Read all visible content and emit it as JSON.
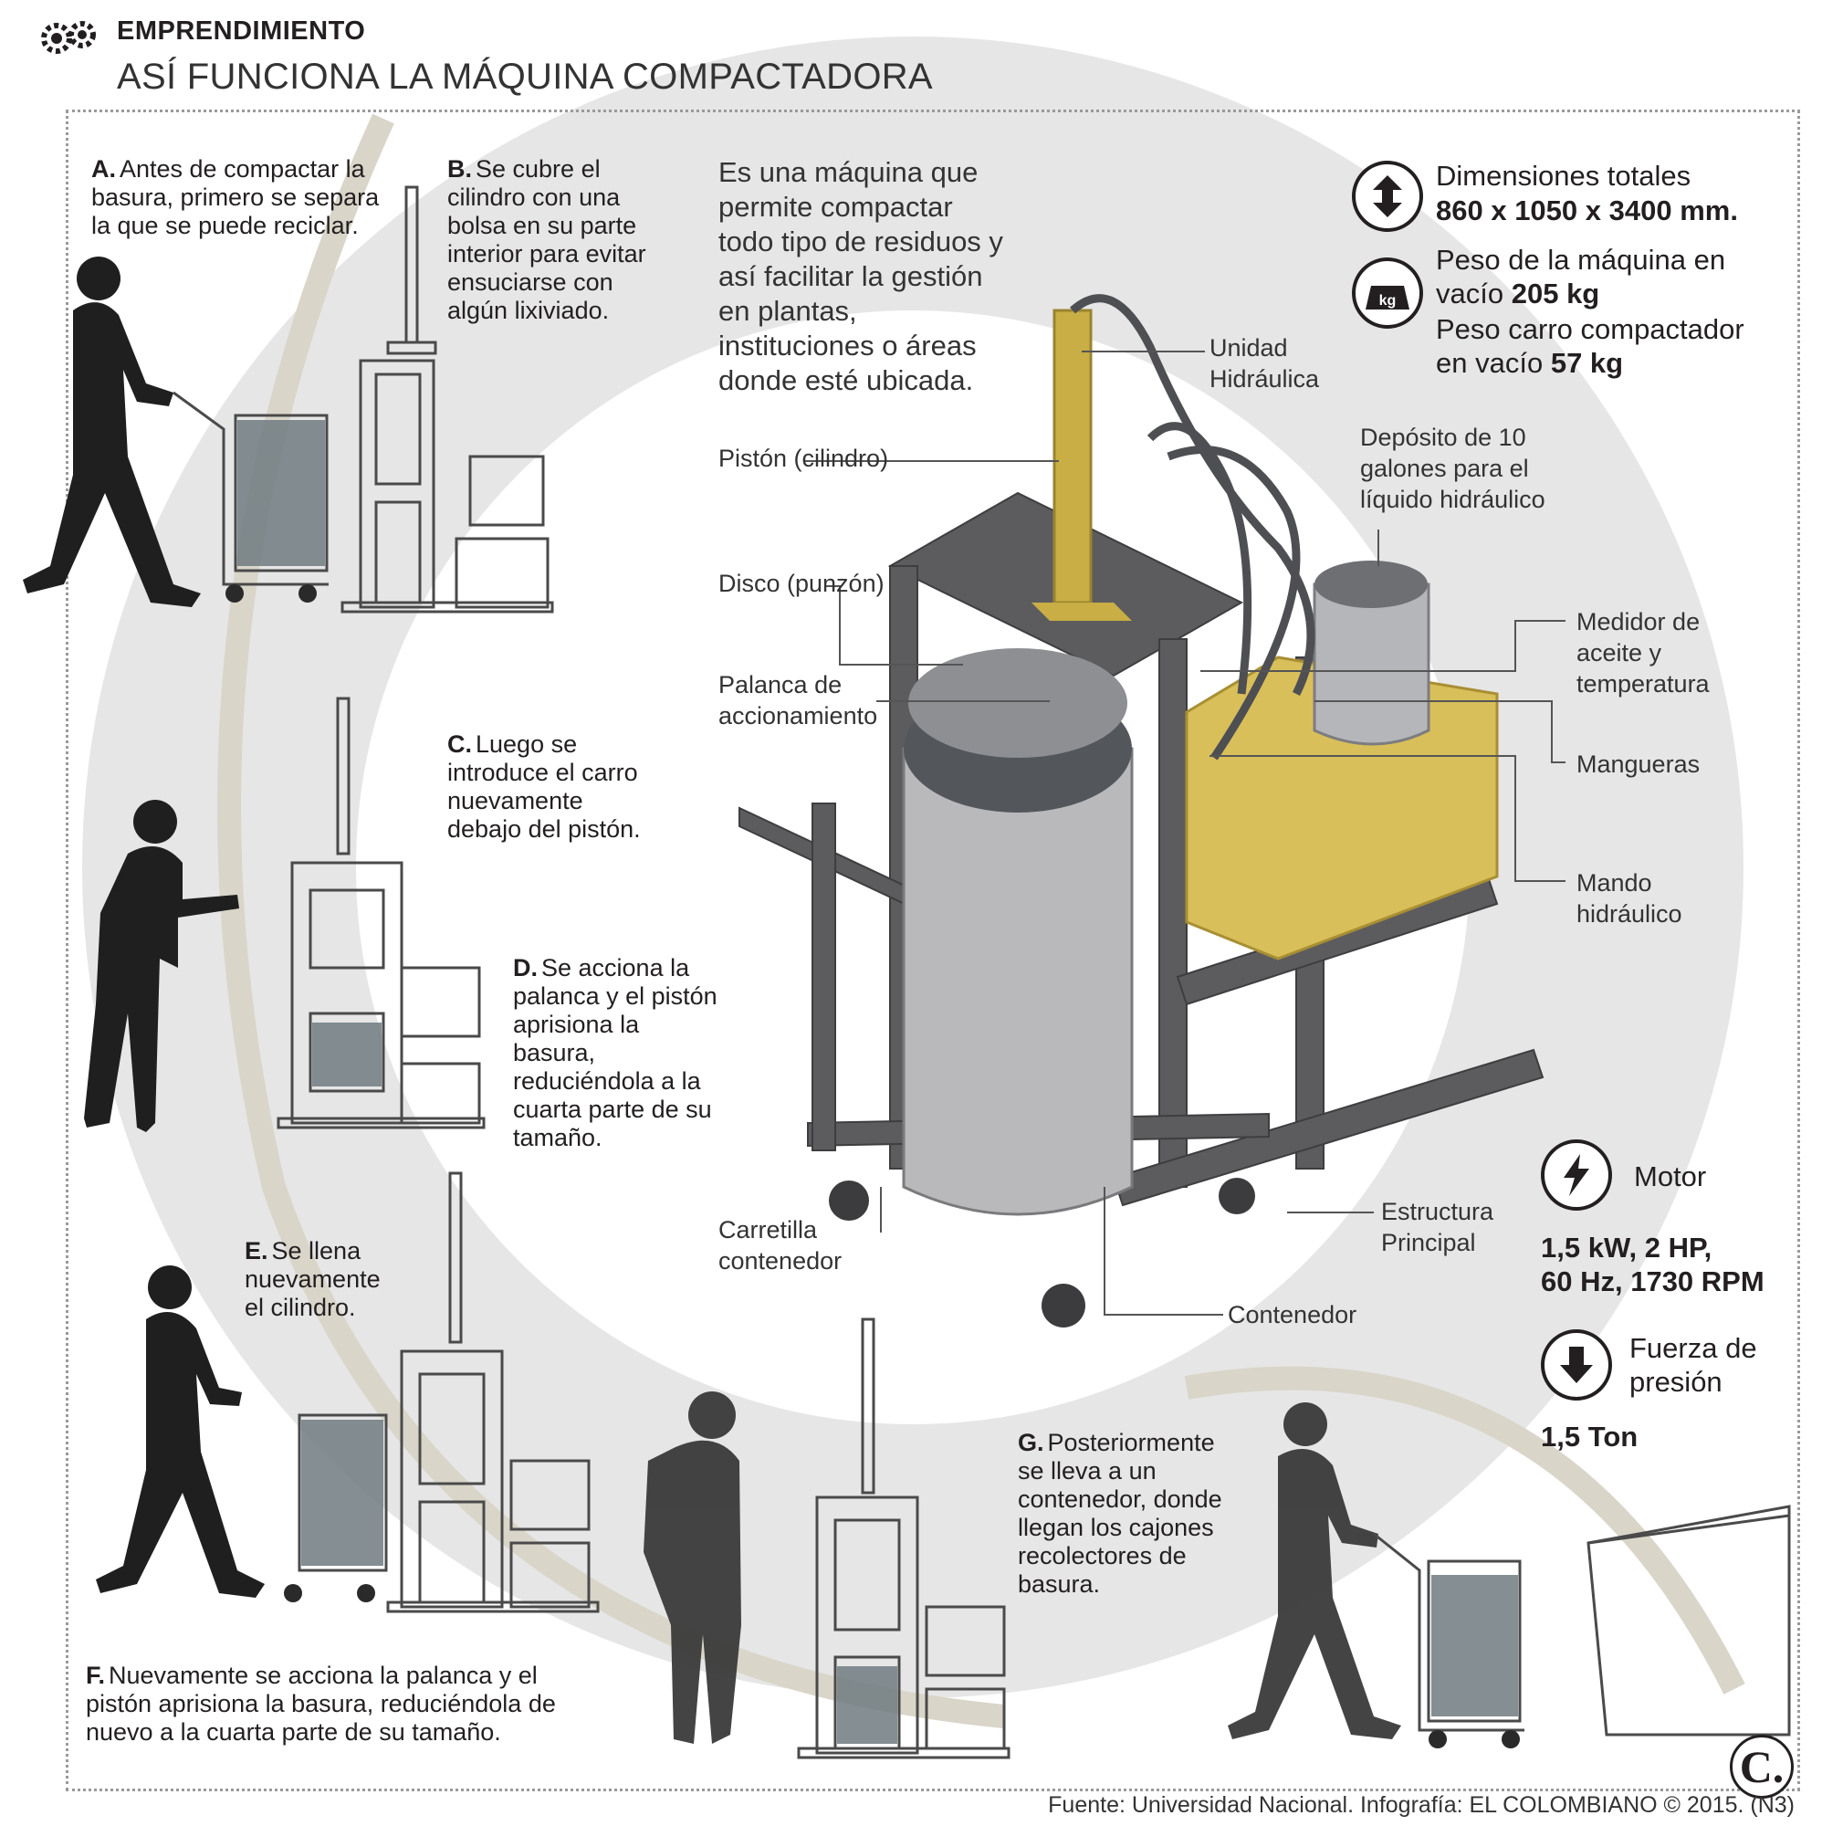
{
  "header": {
    "section": "EMPRENDIMIENTO",
    "title": "ASÍ FUNCIONA LA MÁQUINA COMPACTADORA"
  },
  "steps": {
    "a": {
      "letter": "A.",
      "text": "Antes de compactar la basura, primero se separa la que se puede reciclar."
    },
    "b": {
      "letter": "B.",
      "text": "Se cubre el cilindro con una bolsa en su parte interior para evitar ensuciarse con algún lixiviado."
    },
    "c": {
      "letter": "C.",
      "text": "Luego se introduce el carro nuevamente debajo del pistón."
    },
    "d": {
      "letter": "D.",
      "text": "Se acciona la palanca y el pistón aprisiona la basura, reduciéndola a la cuarta parte de su tamaño."
    },
    "e": {
      "letter": "E.",
      "text": "Se llena nuevamente el cilindro."
    },
    "f": {
      "letter": "F.",
      "text": "Nuevamente se acciona la palanca y el pistón aprisiona la basura, reduciéndola de nuevo a la cuarta parte de su tamaño."
    },
    "g": {
      "letter": "G.",
      "text": "Posteriormente se lleva a un contenedor, donde llegan los cajones recolectores de basura."
    }
  },
  "description": "Es una máquina que permite compactar todo tipo de residuos y así facilitar la gestión en plantas, instituciones o áreas donde esté ubicada.",
  "parts": {
    "piston": "Pistón (cilindro)",
    "disco": "Disco (punzón)",
    "palanca": "Palanca de accionamiento",
    "carretilla": "Carretilla contenedor",
    "contenedor": "Contenedor",
    "estructura": "Estructura Principal",
    "unidad": "Unidad Hidráulica",
    "deposito": "Depósito de 10 galones para el líquido hidráulico",
    "medidor": "Medidor de aceite y temperatura",
    "mangueras": "Mangueras",
    "mando": "Mando hidráulico"
  },
  "specs": {
    "dimensiones_label": "Dimensiones totales",
    "dimensiones_value": "860 x 1050 x 3400 mm.",
    "peso_maquina_label": "Peso de la máquina en vacío",
    "peso_maquina_value": "205 kg",
    "peso_carro_label": "Peso carro compactador en vacío",
    "peso_carro_value": "57 kg",
    "kg_icon_text": "kg",
    "motor_label": "Motor",
    "motor_value_1": "1,5 kW, 2 HP,",
    "motor_value_2": "60 Hz, 1730 RPM",
    "fuerza_label": "Fuerza de presión",
    "fuerza_value": "1,5 Ton"
  },
  "footer": "Fuente: Universidad Nacional. Infografía: EL COLOMBIANO © 2015. (N3)",
  "logo_text": "C.",
  "icons": [
    "gears-icon",
    "height-arrows-icon",
    "weight-icon",
    "lightning-icon",
    "down-arrow-icon"
  ],
  "colors": {
    "accent_gold": "#c9b04a",
    "steel": "#5f5f62",
    "bg_ring": "#e4e4e4",
    "beige_arc": "#d6d2c6"
  }
}
